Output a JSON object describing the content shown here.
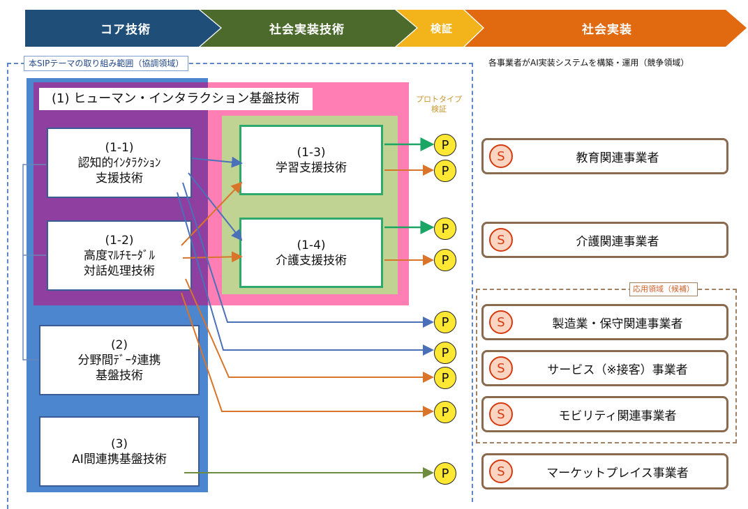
{
  "header": {
    "core": "コア技術",
    "social_tech": "社会実装技術",
    "verify": "検証",
    "social_impl": "社会実装"
  },
  "scope_label": "本SIPテーマの取り組み範囲（協調領域）",
  "competition_label": "各事業者がAI実装システムを構築・運用（競争領域）",
  "theme1_title": "(1) ヒューマン・インタラクション基盤技術",
  "prototype_label_1": "プロトタイプ",
  "prototype_label_2": "検証",
  "tech": {
    "t11_num": "(1-1)",
    "t11_line1": "認知的ｲﾝﾀﾗｸｼｮﾝ",
    "t11_line2": "支援技術",
    "t12_num": "(1-2)",
    "t12_line1": "高度ﾏﾙﾁﾓｰﾀﾞﾙ",
    "t12_line2": "対話処理技術",
    "t13_num": "(1-3)",
    "t13_line1": "学習支援技術",
    "t14_num": "(1-4)",
    "t14_line1": "介護支援技術",
    "t2_num": "(2)",
    "t2_line1": "分野間ﾃﾞｰﾀ連携",
    "t2_line2": "基盤技術",
    "t3_num": "(3)",
    "t3_line1": "AI間連携基盤技術"
  },
  "p_label": "P",
  "s_label": "S",
  "application_label": "応用領域（候補）",
  "companies": [
    "教育関連事業者",
    "介護関連事業者",
    "製造業・保守関連事業者",
    "サービス（※接客）事業者",
    "モビリティ関連事業者",
    "マーケットプレイス事業者"
  ],
  "colors": {
    "core": "#1f4e79",
    "social_tech": "#4b6a2c",
    "verify": "#f3b41b",
    "social_impl": "#e1690f",
    "blue_arrow": "#4a70b8",
    "orange_arrow": "#d9752a",
    "green_arrow": "#1aa564",
    "olive_arrow": "#6e8c3e"
  }
}
